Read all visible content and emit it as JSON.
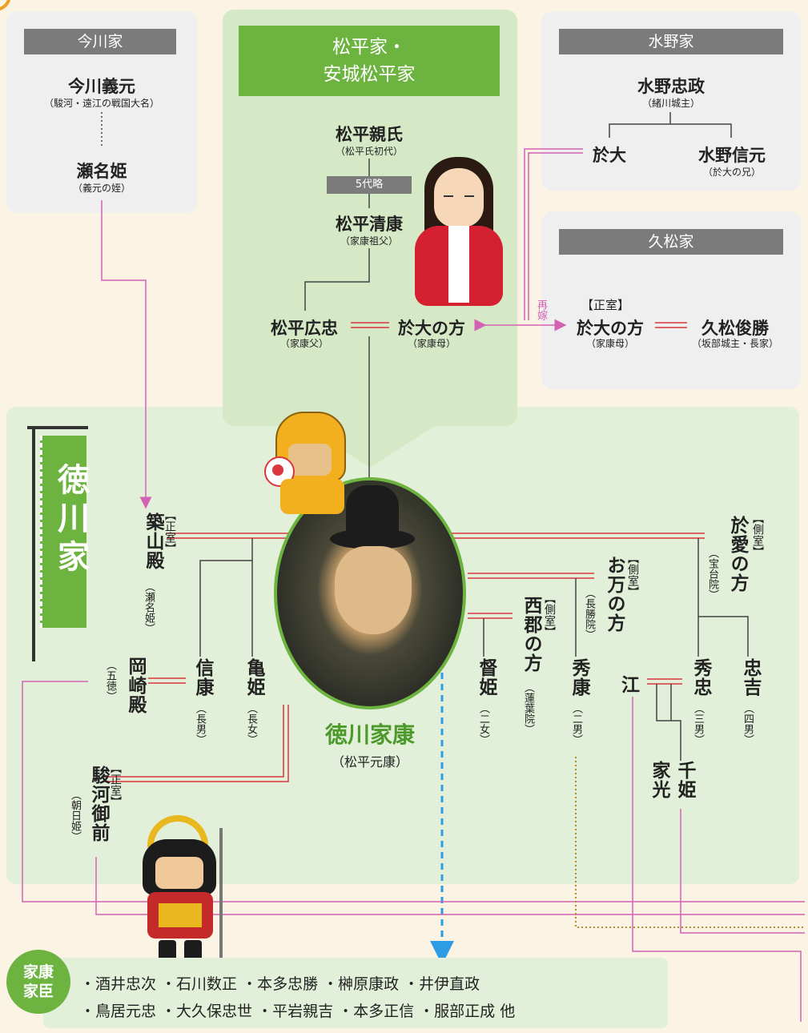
{
  "imagawa": {
    "header": "今川家",
    "yoshimoto": "今川義元",
    "yoshimoto_note": "（駿河・遠江の戦国大名）",
    "sena": "瀬名姫",
    "sena_note": "（義元の姪）"
  },
  "matsudaira": {
    "header_line1": "松平家・",
    "header_line2": "安城松平家",
    "chikauji": "松平親氏",
    "chikauji_note": "（松平氏初代）",
    "gap": "5代略",
    "kiyoyasu": "松平清康",
    "kiyoyasu_note": "（家康祖父）",
    "hirotada": "松平広忠",
    "hirotada_note": "（家康父）",
    "odai": "於大の方",
    "odai_note": "（家康母）"
  },
  "mizuno": {
    "header": "水野家",
    "tadamasa": "水野忠政",
    "tadamasa_note": "（緒川城主）",
    "odai": "於大",
    "nobumoto": "水野信元",
    "nobumoto_note": "（於大の兄）"
  },
  "hisamatsu": {
    "header": "久松家",
    "remarry": "再嫁",
    "seishitsu": "【正室】",
    "odai": "於大の方",
    "odai_note": "（家康母）",
    "toshikatsu": "久松俊勝",
    "toshikatsu_note": "（坂部城主・長家）"
  },
  "tokugawa": {
    "banner": "徳川家",
    "ieyasu": "徳川家康",
    "ieyasu_note": "（松平元康）",
    "tsukiyama_role": "【正室】",
    "tsukiyama": "築山殿",
    "tsukiyama_note": "（瀬名姫）",
    "okazaki": "岡崎殿",
    "okazaki_note": "（五徳）",
    "nobuyasu": "信康",
    "nobuyasu_note": "（長男）",
    "kamehime": "亀姫",
    "kamehime_note": "（長女）",
    "suruga_role": "【正室】",
    "suruga": "駿河御前",
    "suruga_note": "（朝日姫）",
    "saigo_role": "【側室】",
    "saigo": "西郡の方",
    "saigo_note": "（蓮葉院）",
    "tokuhime": "督姫",
    "tokuhime_note": "（二女）",
    "oman_role": "【側室】",
    "oman": "お万の方",
    "oman_note": "（長勝院）",
    "hideyasu": "秀康",
    "hideyasu_note": "（二男）",
    "oai_role": "【側室】",
    "oai": "於愛の方",
    "oai_note": "（宝台院）",
    "hidetada": "秀忠",
    "hidetada_note": "（三男）",
    "tadayoshi": "忠吉",
    "tadayoshi_note": "（四男）",
    "go": "江",
    "iemitsu": "家光",
    "senhime": "千姫"
  },
  "retainers": {
    "label_line1": "家康",
    "label_line2": "家臣",
    "line1": "・酒井忠次 ・石川数正 ・本多忠勝 ・榊原康政 ・井伊直政",
    "line2": "・鳥居元忠 ・大久保忠世 ・平岩親吉 ・本多正信 ・服部正成 他"
  },
  "colors": {
    "marriage": "#d9363e",
    "pink": "#d462b4",
    "green": "#6db33f",
    "blue": "#2e9be5",
    "gold": "#b58a2a",
    "gray_header": "#7b7b7b"
  }
}
